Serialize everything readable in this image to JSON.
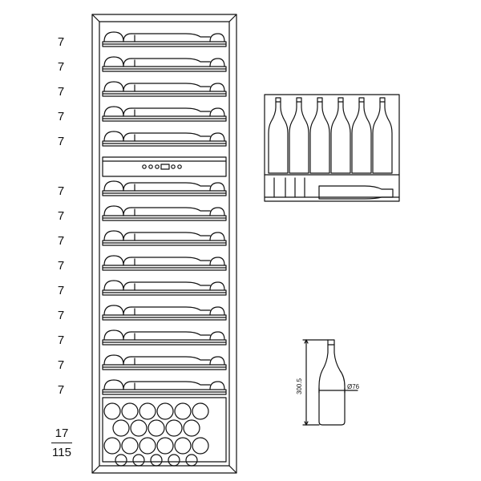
{
  "shelf_counts": [
    "7",
    "7",
    "7",
    "7",
    "7",
    "7",
    "7",
    "7",
    "7",
    "7",
    "7",
    "7",
    "7",
    "7"
  ],
  "bottom": {
    "numerator": "17",
    "denominator": "115"
  },
  "bottle_dims": {
    "height": "300.5",
    "diameter": "Ø76"
  },
  "colors": {
    "line": "#111111",
    "background": "#ffffff"
  }
}
